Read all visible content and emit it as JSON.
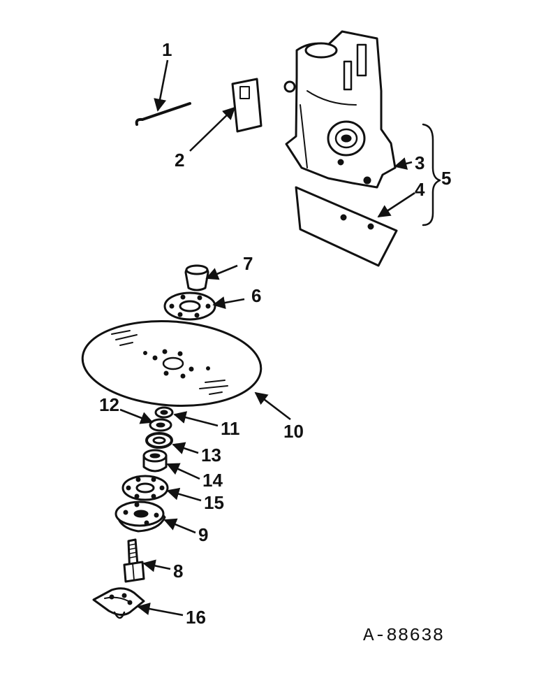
{
  "diagram": {
    "drawing_code": "A-88638",
    "callouts": [
      {
        "id": "1",
        "label": "1"
      },
      {
        "id": "2",
        "label": "2"
      },
      {
        "id": "3",
        "label": "3"
      },
      {
        "id": "4",
        "label": "4"
      },
      {
        "id": "5",
        "label": "5"
      },
      {
        "id": "6",
        "label": "6"
      },
      {
        "id": "7",
        "label": "7"
      },
      {
        "id": "8",
        "label": "8"
      },
      {
        "id": "9",
        "label": "9"
      },
      {
        "id": "10",
        "label": "10"
      },
      {
        "id": "11",
        "label": "11"
      },
      {
        "id": "12",
        "label": "12"
      },
      {
        "id": "13",
        "label": "13"
      },
      {
        "id": "14",
        "label": "14"
      },
      {
        "id": "15",
        "label": "15"
      },
      {
        "id": "16",
        "label": "16"
      }
    ]
  }
}
